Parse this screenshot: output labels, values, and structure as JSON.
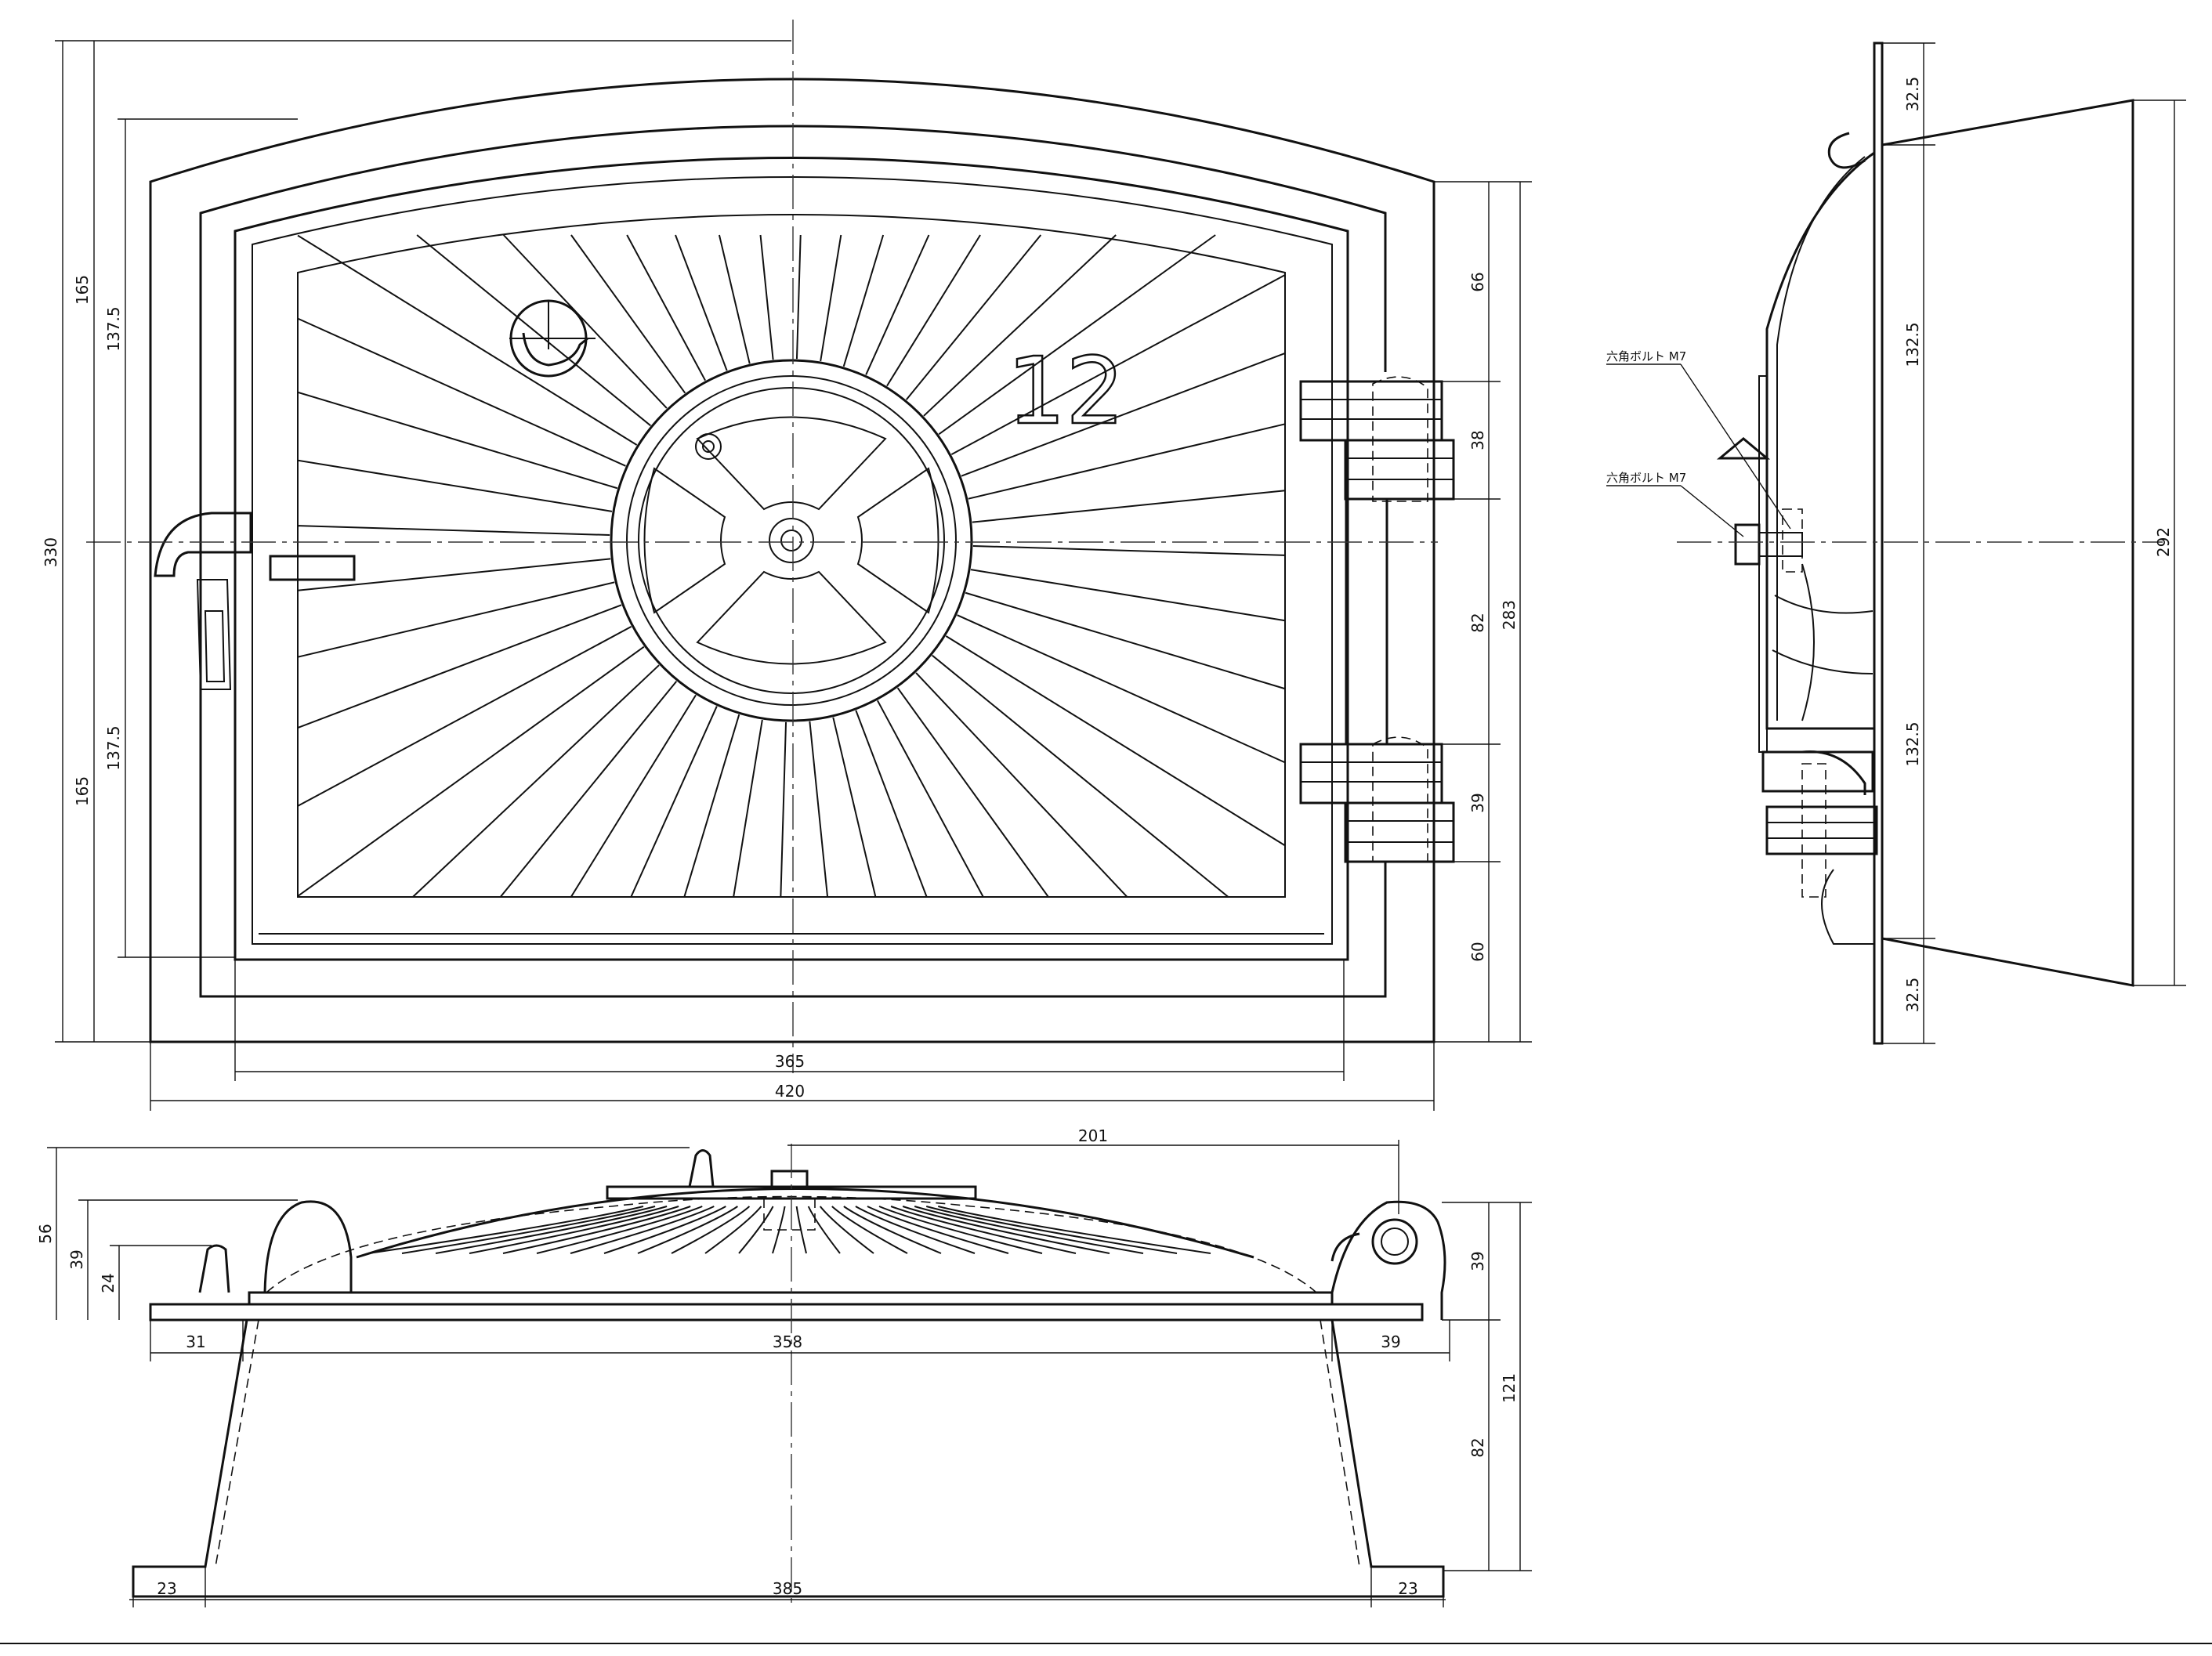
{
  "front_view": {
    "dims_left": [
      "330",
      "165",
      "137.5",
      "137.5",
      "165"
    ],
    "dims_right": [
      "66",
      "38",
      "82",
      "39",
      "60",
      "283"
    ],
    "dims_bottom": [
      "365",
      "420"
    ],
    "door_number": "12"
  },
  "side_view": {
    "dims": [
      "32.5",
      "132.5",
      "132.5",
      "32.5",
      "292"
    ],
    "bolt_label_upper": "六角ボルト M7",
    "bolt_label_lower": "六角ボルト M7"
  },
  "top_view": {
    "dims_left": [
      "56",
      "39",
      "24"
    ],
    "dims_right": [
      "39",
      "121",
      "82"
    ],
    "dims_horizontal": [
      "201",
      "31",
      "358",
      "39",
      "23",
      "385",
      "23"
    ]
  },
  "icons": {
    "logo": "maker-logo-icon",
    "handle": "door-handle-icon"
  }
}
